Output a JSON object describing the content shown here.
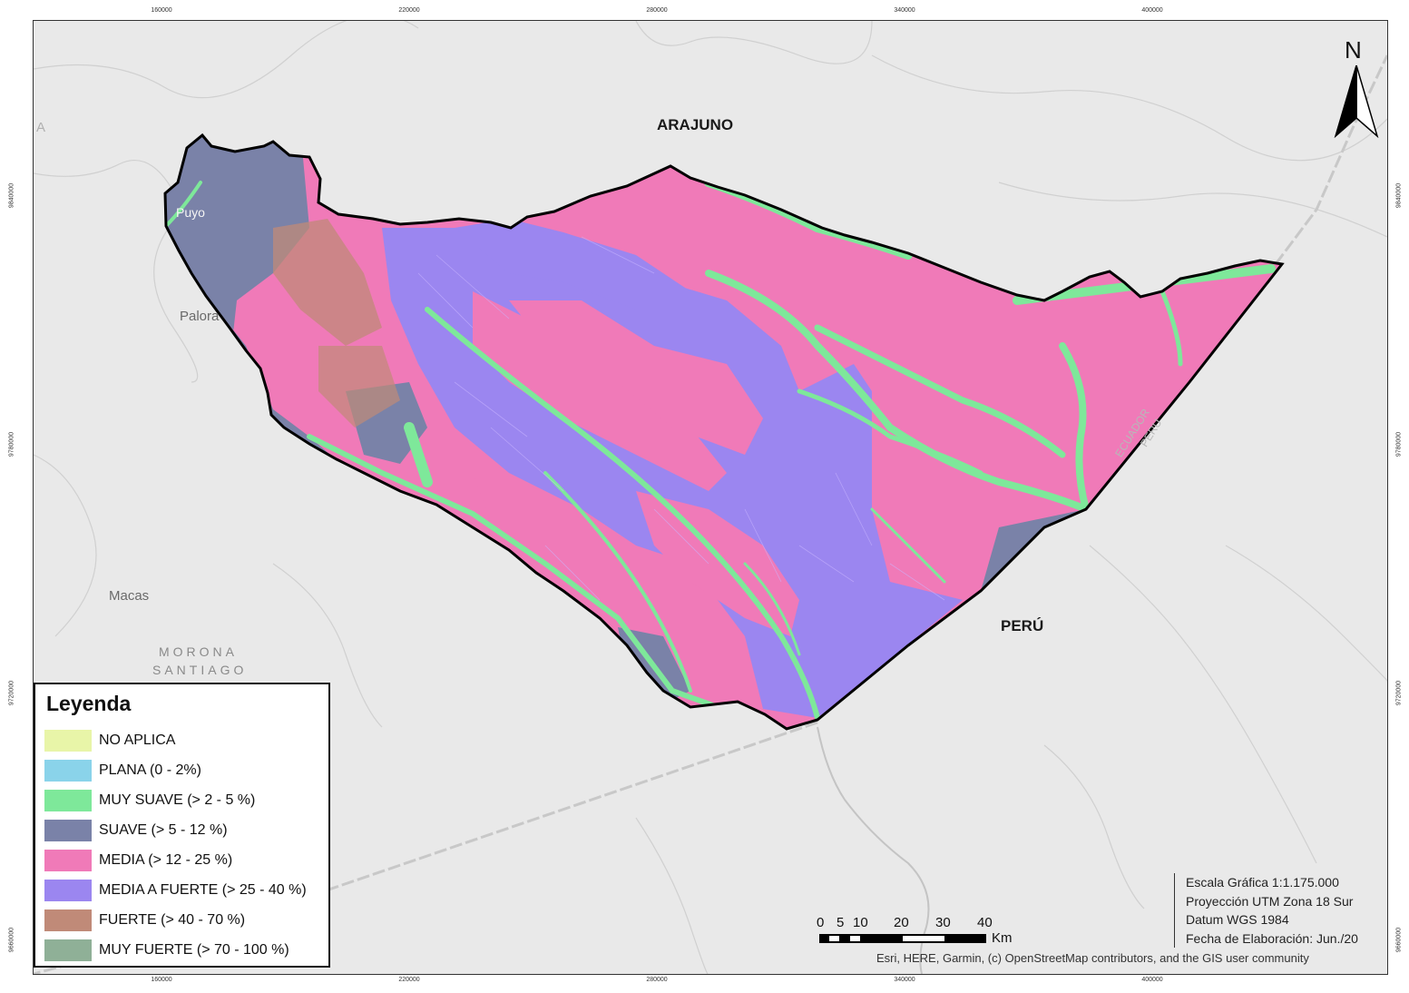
{
  "grid_ticks": {
    "easting": [
      "160000",
      "220000",
      "280000",
      "340000",
      "400000"
    ],
    "northing": [
      "9840000",
      "9780000",
      "9720000",
      "9660000"
    ]
  },
  "places": {
    "arajuno": "ARAJUNO",
    "peru": "PERÚ",
    "puyo": "Puyo",
    "palora": "Palora",
    "macas": "Macas",
    "morona": "MORONA",
    "santiago": "SANTIAGO",
    "border_ecuador": "ECUADOR",
    "border_peru": "PERU",
    "edge_label": "A"
  },
  "north_arrow": {
    "label": "N"
  },
  "legend": {
    "title": "Leyenda",
    "items": [
      {
        "label": "NO APLICA",
        "color": "#e8f5a8"
      },
      {
        "label": "PLANA (0 - 2%)",
        "color": "#8ad3ea"
      },
      {
        "label": "MUY SUAVE (> 2 - 5 %)",
        "color": "#7ee89a"
      },
      {
        "label": "SUAVE (> 5 - 12 %)",
        "color": "#7a82a8"
      },
      {
        "label": "MEDIA (> 12 - 25 %)",
        "color": "#f07ab8"
      },
      {
        "label": "MEDIA A FUERTE (> 25 - 40 %)",
        "color": "#9b86f0"
      },
      {
        "label": "FUERTE (> 40 - 70 %)",
        "color": "#c08a78"
      },
      {
        "label": "MUY FUERTE (> 70 - 100 %)",
        "color": "#8fb097"
      }
    ]
  },
  "scale_bar": {
    "ticks": [
      "0",
      "5",
      "10",
      "20",
      "30",
      "40"
    ],
    "unit": "Km"
  },
  "info": {
    "scale": "Escala Gráfica 1:1.175.000",
    "projection": "Proyección UTM Zona 18 Sur",
    "datum": "Datum WGS 1984",
    "date": "Fecha de Elaboración: Jun./20"
  },
  "attribution": "Esri, HERE, Garmin, (c) OpenStreetMap contributors, and the GIS user community"
}
